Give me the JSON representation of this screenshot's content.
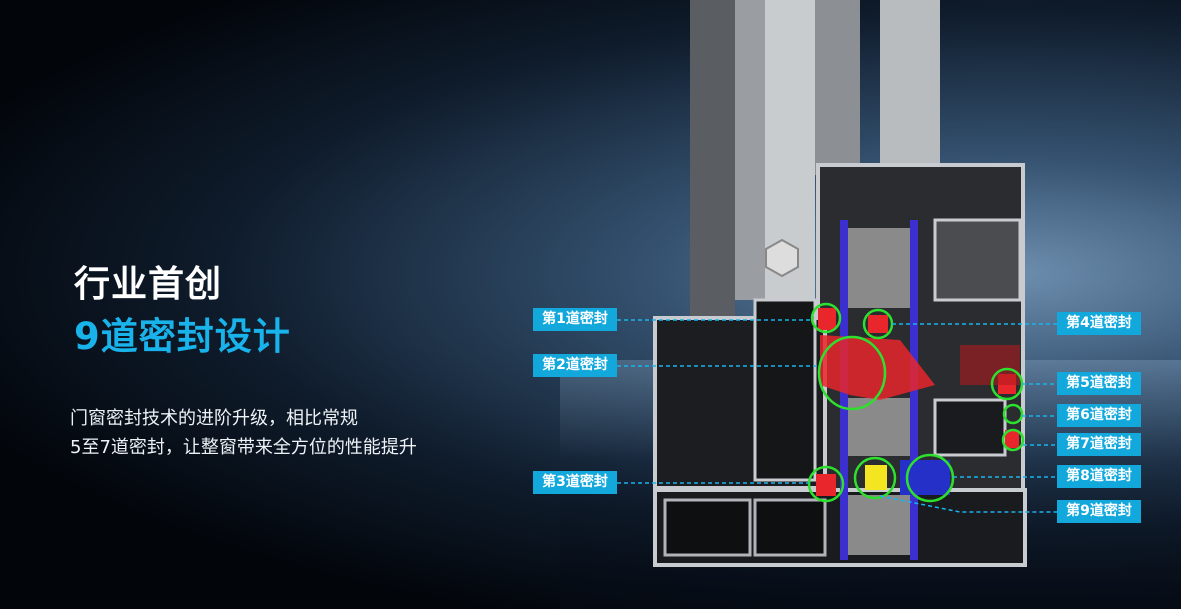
{
  "headline": {
    "line1": "行业首创",
    "line2": "9道密封设计"
  },
  "description": {
    "line1": "门窗密封技术的进阶升级，相比常规",
    "line2": "5至7道密封，让整窗带来全方位的性能提升"
  },
  "seal_labels": [
    "第1道密封",
    "第2道密封",
    "第3道密封",
    "第4道密封",
    "第5道密封",
    "第6道密封",
    "第7道密封",
    "第8道密封",
    "第9道密封"
  ],
  "colors": {
    "accent": "#19b3ec",
    "label_bg": "#12a8dc",
    "highlight_circle": "#2ee02e",
    "seal_red": "#e8262b",
    "gasket_blue": "#3b2fd0"
  }
}
